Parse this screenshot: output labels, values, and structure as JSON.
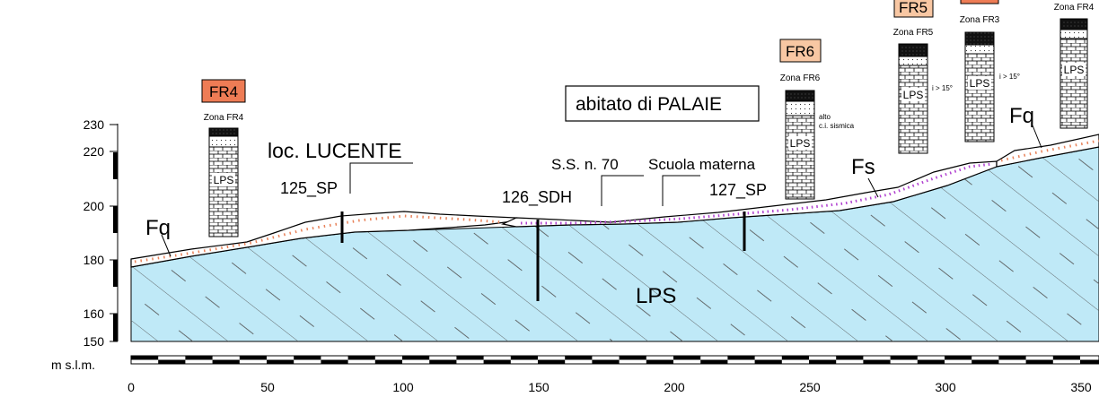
{
  "units_label": "m s.l.m.",
  "y_ticks": [
    "230",
    "220",
    "200",
    "180",
    "160",
    "150"
  ],
  "x_ticks": [
    "0",
    "50",
    "100",
    "150",
    "200",
    "250",
    "300",
    "350"
  ],
  "title_box": "abitato di PALAIE",
  "labels": {
    "locality": "loc. LUCENTE",
    "road": "S.S. n. 70",
    "school": "Scuola materna",
    "lps_main": "LPS",
    "fq_left": "Fq",
    "fq_right": "Fq",
    "fs": "Fs"
  },
  "boreholes": [
    "125_SP",
    "126_SDH",
    "127_SP"
  ],
  "columns": {
    "fr4_left": {
      "badge": "FR4",
      "zone": "Zona FR4",
      "litho": "LPS"
    },
    "fr6": {
      "badge": "FR6",
      "zone": "Zona FR6",
      "litho": "LPS",
      "note1": "alto",
      "note2": "c.i. sismica"
    },
    "fr5": {
      "badge": "FR5",
      "zone": "Zona FR5",
      "litho": "LPS",
      "slope": "i > 15°"
    },
    "fr3": {
      "zone": "Zona FR3",
      "litho": "LPS",
      "slope": "i > 15°"
    },
    "fr4_right": {
      "zone": "Zona FR4",
      "litho": "LPS"
    }
  },
  "colors": {
    "bedrock": "#bfe9f7",
    "badge_orange": "#ee7c55",
    "badge_peach": "#f8c7a3",
    "dots_orange": "#e8825a",
    "dots_purple": "#b040d0"
  }
}
